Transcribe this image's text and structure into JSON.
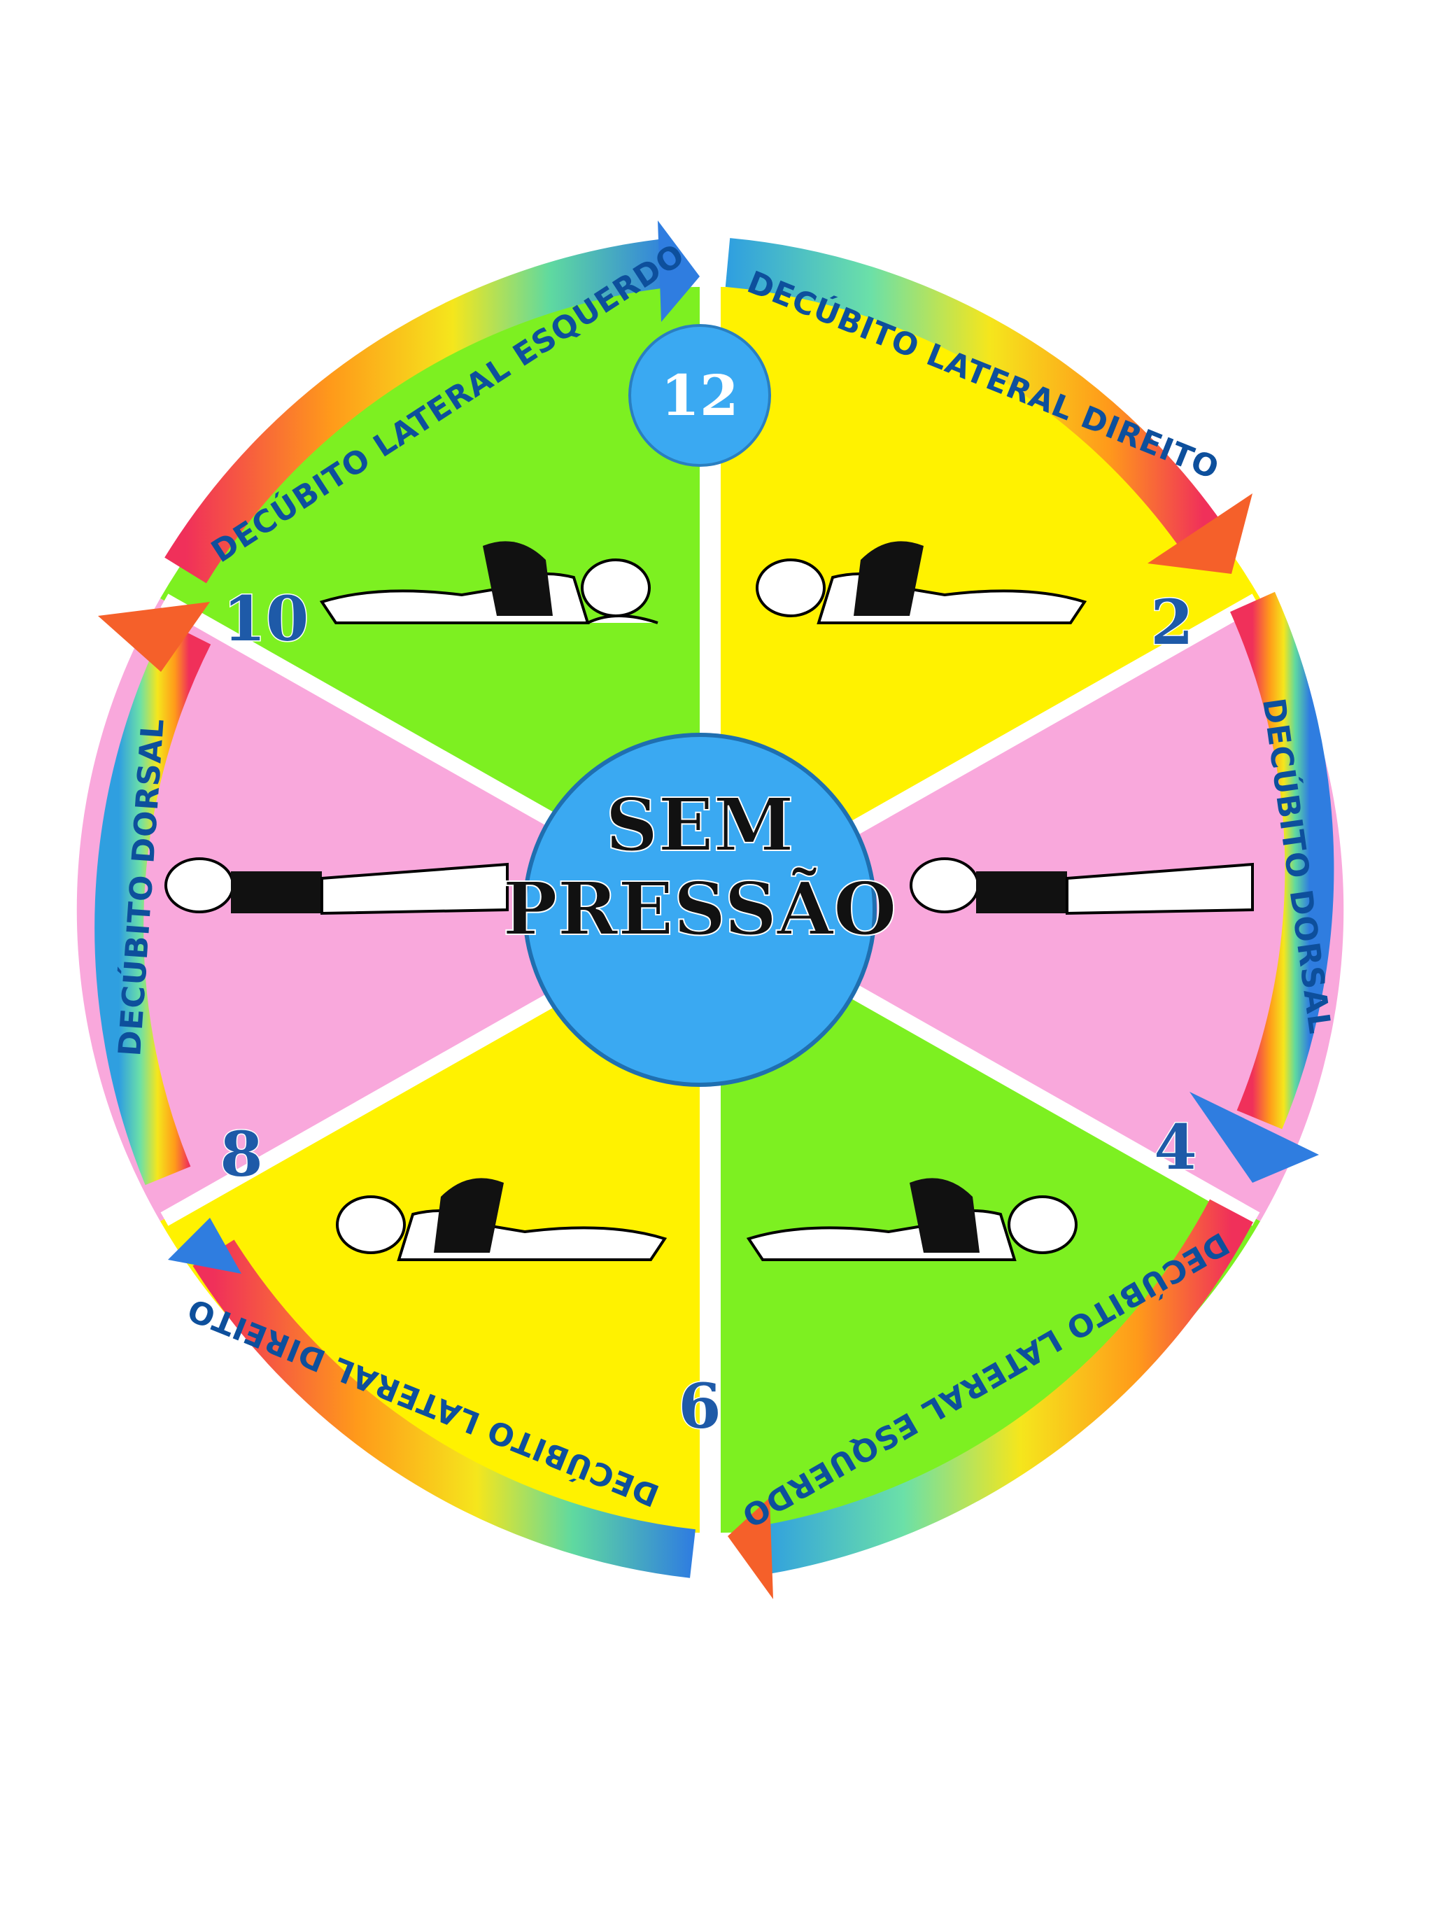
{
  "center": {
    "line1": "SEM",
    "line2": "PRESSÃO"
  },
  "hours": {
    "h12": "12",
    "h2": "2",
    "h4": "4",
    "h6": "6",
    "h8": "8",
    "h10": "10"
  },
  "arrows": {
    "top_left": "DECÚBITO LATERAL ESQUERDO",
    "top_right": "DECÚBITO LATERAL DIREITO",
    "right": "DECÚBITO DORSAL",
    "bottom_right": "DECÚBITO LATERAL ESQUERDO",
    "bottom_left": "DECÚBITO LATERAL DIREITO",
    "left": "DECÚBITO DORSAL"
  },
  "colors": {
    "green": "#7df021",
    "yellow": "#fff200",
    "pink": "#f9a8dc",
    "center_blue": "#3aa9f2",
    "text_blue": "#0d4f9c"
  }
}
